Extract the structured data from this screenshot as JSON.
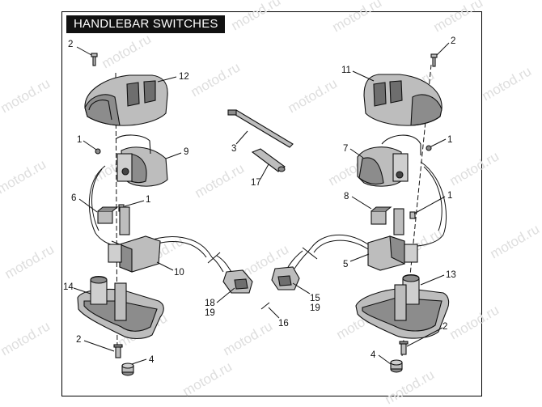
{
  "title": "HANDLEBAR SWITCHES",
  "watermark": "motod.ru",
  "callouts": [
    {
      "id": "c2a",
      "text": "2"
    },
    {
      "id": "c12",
      "text": "12"
    },
    {
      "id": "c1a",
      "text": "1"
    },
    {
      "id": "c9",
      "text": "9"
    },
    {
      "id": "c1b",
      "text": "1"
    },
    {
      "id": "c6",
      "text": "6"
    },
    {
      "id": "c10",
      "text": "10"
    },
    {
      "id": "c14",
      "text": "14"
    },
    {
      "id": "c2b",
      "text": "2"
    },
    {
      "id": "c4a",
      "text": "4"
    },
    {
      "id": "c3",
      "text": "3"
    },
    {
      "id": "c17",
      "text": "17"
    },
    {
      "id": "c18",
      "text": "18"
    },
    {
      "id": "c19a",
      "text": "19"
    },
    {
      "id": "c16",
      "text": "16"
    },
    {
      "id": "c15",
      "text": "15"
    },
    {
      "id": "c19b",
      "text": "19"
    },
    {
      "id": "c2c",
      "text": "2"
    },
    {
      "id": "c11",
      "text": "11"
    },
    {
      "id": "c1c",
      "text": "1"
    },
    {
      "id": "c7",
      "text": "7"
    },
    {
      "id": "c8",
      "text": "8"
    },
    {
      "id": "c1d",
      "text": "1"
    },
    {
      "id": "c5",
      "text": "5"
    },
    {
      "id": "c13",
      "text": "13"
    },
    {
      "id": "c2d",
      "text": "2"
    },
    {
      "id": "c4b",
      "text": "4"
    }
  ],
  "colors": {
    "ink": "#111111",
    "part_fill": "#bdbdbd",
    "part_dark": "#7a7a7a",
    "watermark": "#dedede"
  }
}
